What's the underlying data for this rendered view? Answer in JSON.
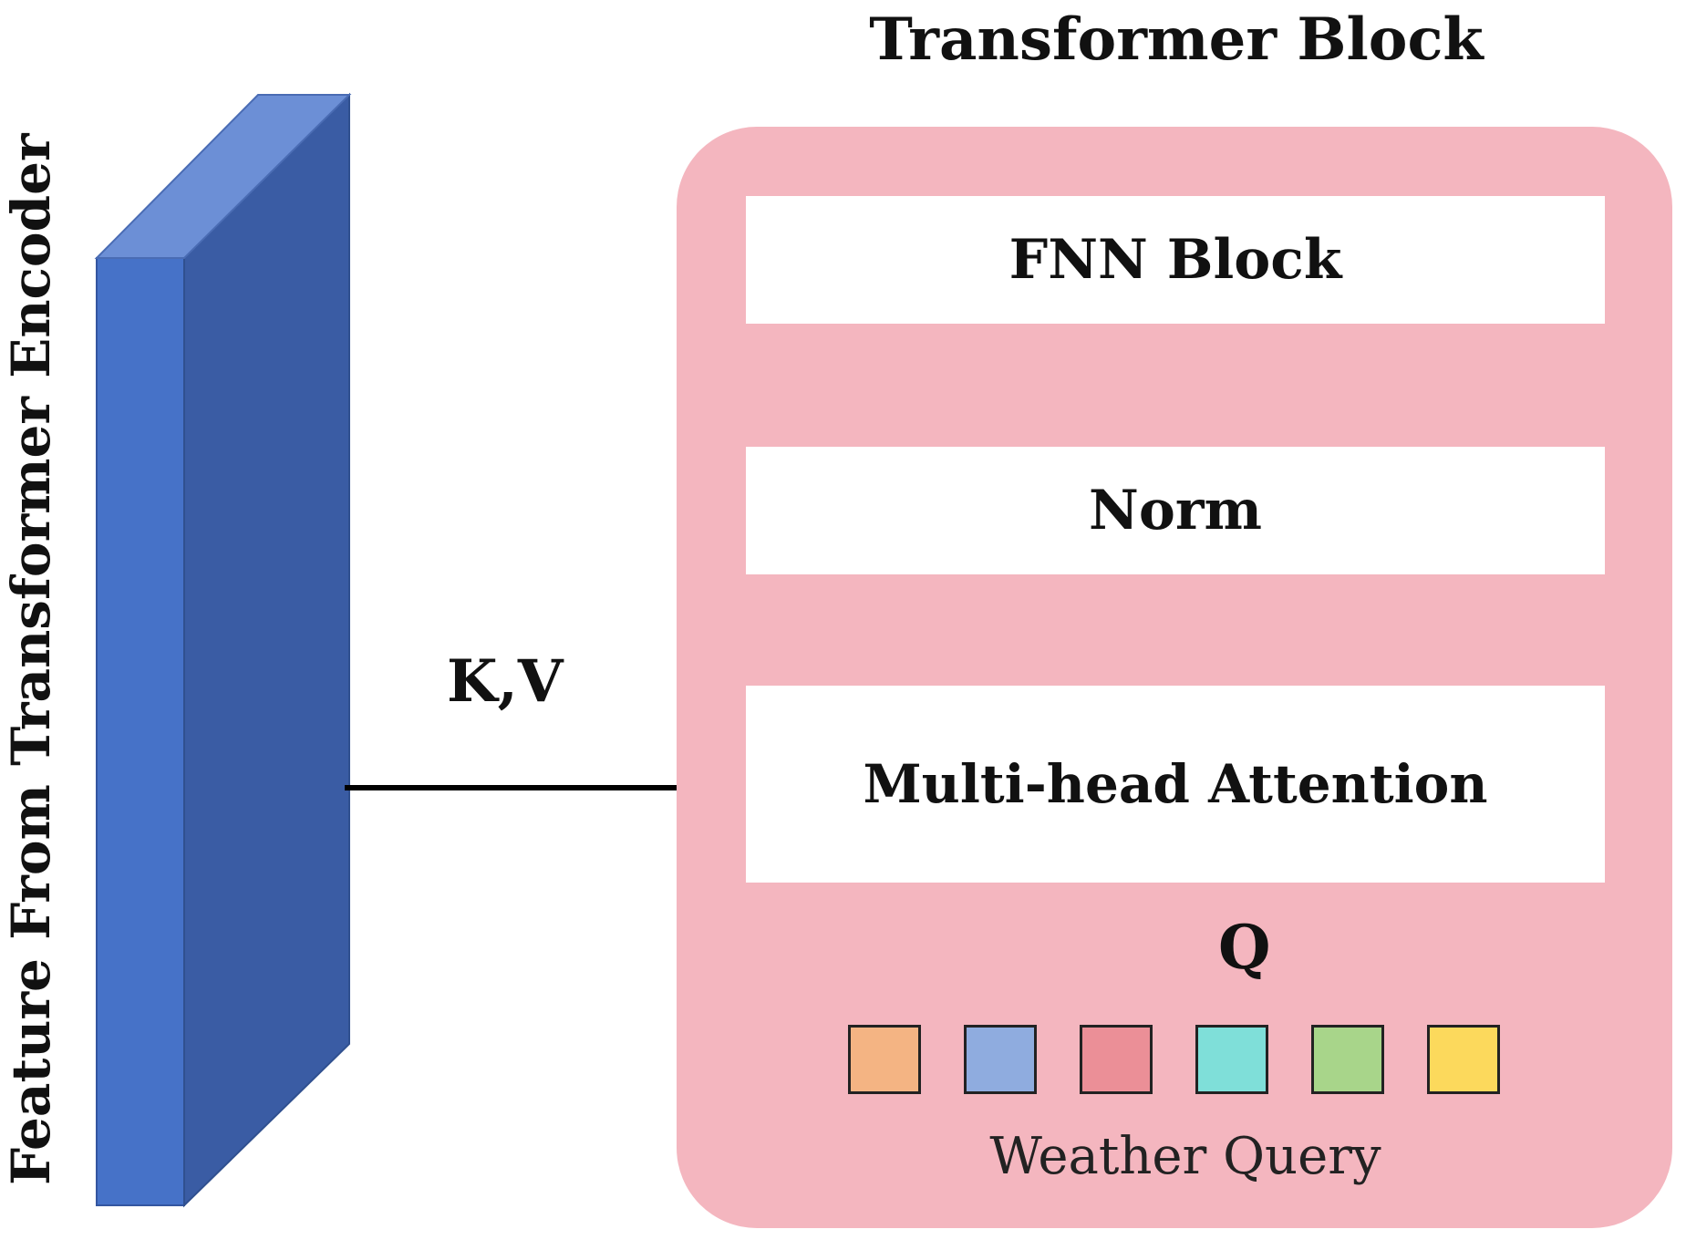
{
  "title": "Transformer Block",
  "encoder": {
    "label": "Feature From Transformer Encoder",
    "colors": {
      "front": "#4672c8",
      "side": "#3a5ca4",
      "top": "#6c8fd6"
    }
  },
  "block": {
    "background": "#f4b6bf",
    "stages": {
      "fnn": "FNN Block",
      "norm": "Norm",
      "attention": "Multi-head Attention"
    }
  },
  "edges": {
    "kv_label": "K,V",
    "q_label": "Q"
  },
  "query": {
    "caption": "Weather Query",
    "tokens": [
      "#f4b483",
      "#8facdf",
      "#eb8f97",
      "#7fdfd9",
      "#a8d58a",
      "#fcd95c"
    ]
  }
}
